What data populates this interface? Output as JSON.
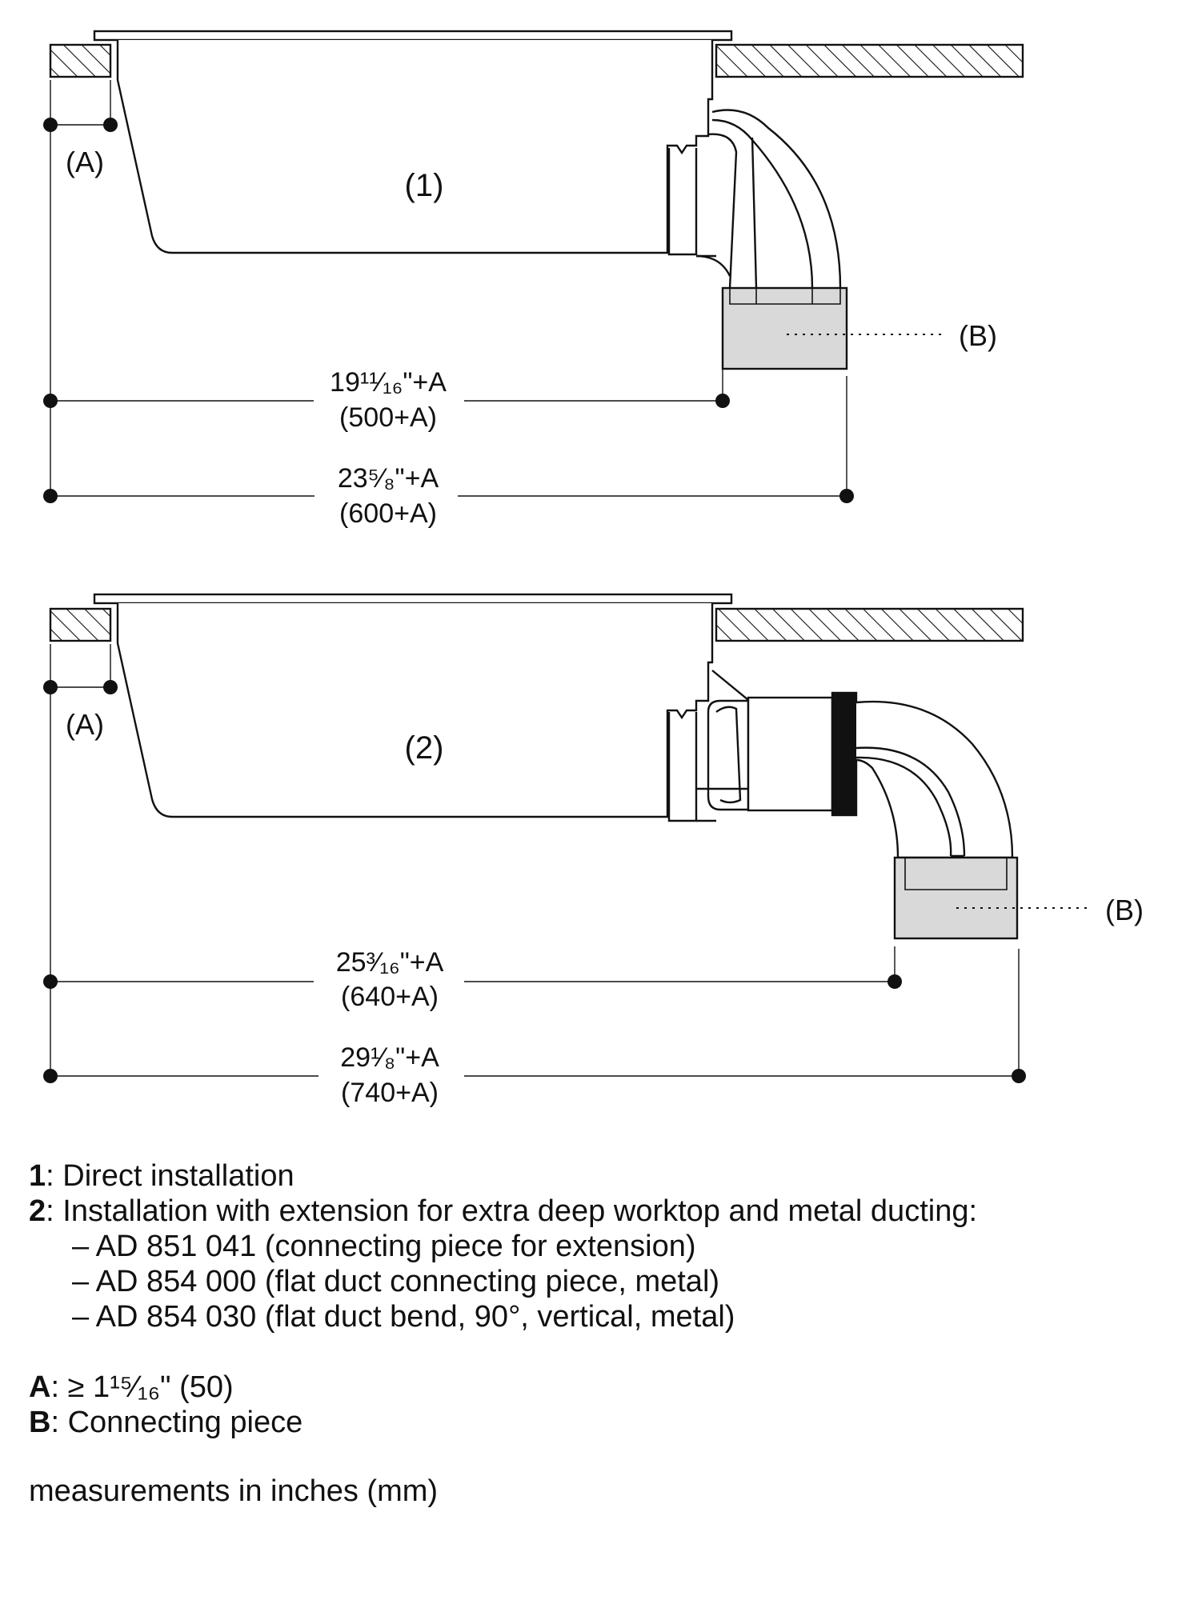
{
  "diagram1": {
    "label": "(1)",
    "a_label": "(A)",
    "b_label": "(B)",
    "dim_short_in": "19¹¹⁄₁₆\"+A",
    "dim_short_mm": "(500+A)",
    "dim_long_in": "23⁵⁄₈\"+A",
    "dim_long_mm": "(600+A)"
  },
  "diagram2": {
    "label": "(2)",
    "a_label": "(A)",
    "b_label": "(B)",
    "dim_short_in": "25³⁄₁₆\"+A",
    "dim_short_mm": "(640+A)",
    "dim_long_in": "29¹⁄₈\"+A",
    "dim_long_mm": "(740+A)"
  },
  "legend": {
    "item1_key": "1",
    "item1_text": ": Direct installation",
    "item2_key": "2",
    "item2_text": ": Installation with extension for extra deep worktop and metal ducting:",
    "sub1": "– AD 851 041 (connecting piece for extension)",
    "sub2": "– AD 854 000 (flat duct connecting piece, metal)",
    "sub3": "– AD 854 030 (flat duct bend, 90°, vertical, metal)",
    "a_key": "A",
    "a_text": ": ≥ 1¹⁵⁄₁₆\" (50)",
    "b_key": "B",
    "b_text": ": Connecting piece",
    "note": "measurements in inches (mm)"
  },
  "colors": {
    "line": "#111111",
    "box_fill": "#d9d9d9",
    "hatch": "#111111"
  }
}
